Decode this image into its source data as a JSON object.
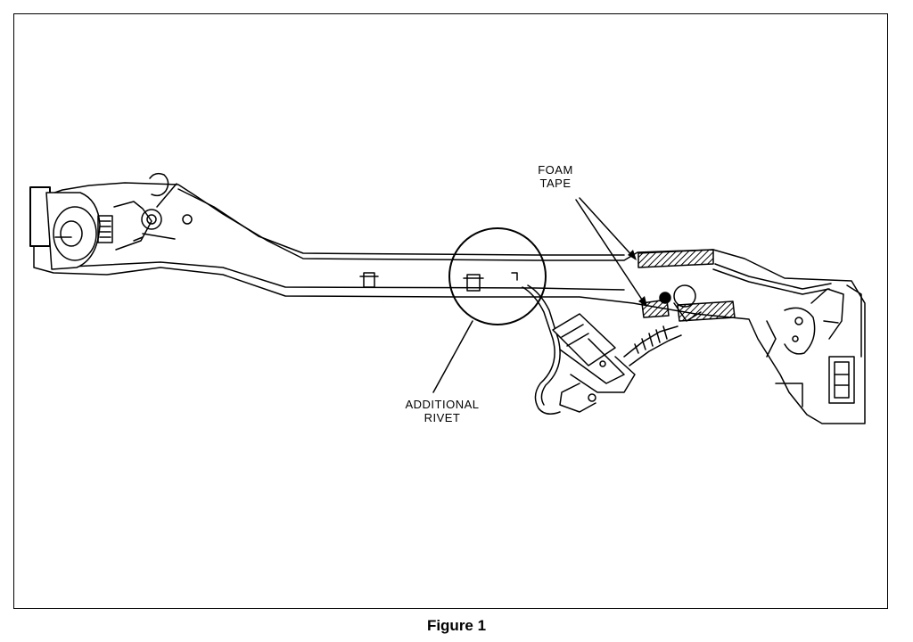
{
  "callouts": {
    "foam_tape": {
      "line1": "FOAM",
      "line2": "TAPE"
    },
    "additional_rivet": {
      "line1": "ADDITIONAL",
      "line2": "RIVET"
    }
  },
  "caption": "Figure 1",
  "colors": {
    "ink": "#000000",
    "paper": "#ffffff",
    "hatch": "#000000"
  }
}
